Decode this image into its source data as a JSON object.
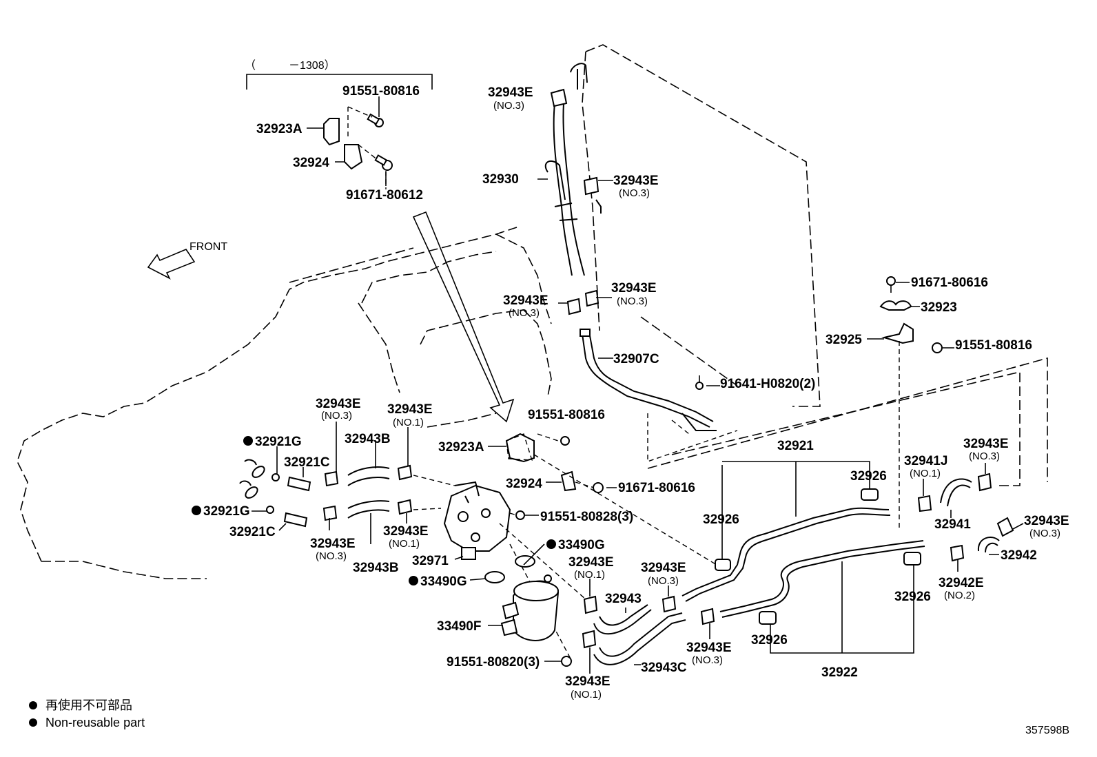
{
  "header": {
    "range_label": "（　　　－1308）"
  },
  "front_label": "FRONT",
  "diagram_code": "357598B",
  "legend": {
    "marker_meaning_jp": "再使用不可部品",
    "marker_meaning_en": "Non-reusable part"
  },
  "labels": {
    "p91551_80816_top": "91551-80816",
    "p32923A_top": "32923A",
    "p32924_top": "32924",
    "p91671_80612": "91671-80612",
    "p32943E_top": "32943E",
    "no3_top": "(NO.3)",
    "p32930": "32930",
    "p32943E_mid": "32943E",
    "no3_mid": "(NO.3)",
    "p32943E_l": "32943E",
    "no3_l": "(NO.3)",
    "p32943E_r": "32943E",
    "no3_r": "(NO.3)",
    "p32907C": "32907C",
    "p91641": "91641-H0820(2)",
    "p91671_80616_r": "91671-80616",
    "p32923_r": "32923",
    "p32925": "32925",
    "p91551_80816_r": "91551-80816",
    "p32943E_a": "32943E",
    "no3_a": "(NO.3)",
    "p32943E_b": "32943E",
    "no1_b": "(NO.1)",
    "p32921G_a": "32921G",
    "p32921C_a": "32921C",
    "p32943B_a": "32943B",
    "p32921G_b": "32921G",
    "p32921C_b": "32921C",
    "p32943E_c": "32943E",
    "no3_c": "(NO.3)",
    "p32943B_b": "32943B",
    "p32943E_d": "32943E",
    "no1_d": "(NO.1)",
    "p32971": "32971",
    "p91551_80816_c": "91551-80816",
    "p32923A_c": "32923A",
    "p32924_c": "32924",
    "p91671_80616_c": "91671-80616",
    "p91551_80828": "91551-80828(3)",
    "p33490G_a": "33490G",
    "p33490G_b": "33490G",
    "p33490F": "33490F",
    "p91551_80820": "91551-80820(3)",
    "p32943E_e": "32943E",
    "no1_e": "(NO.1)",
    "p32943": "32943",
    "p32943E_f": "32943E",
    "no3_f": "(NO.3)",
    "p32943E_g": "32943E",
    "no1_g": "(NO.1)",
    "p32943C": "32943C",
    "p32943E_h": "32943E",
    "no3_h": "(NO.3)",
    "p32921": "32921",
    "p32926_a": "32926",
    "p32926_b": "32926",
    "p32926_c": "32926",
    "p32926_d": "32926",
    "p32922": "32922",
    "p32941J": "32941J",
    "no1_j": "(NO.1)",
    "p32941": "32941",
    "p32943E_i": "32943E",
    "no3_i": "(NO.3)",
    "p32943E_k": "32943E",
    "no3_k": "(NO.3)",
    "p32942": "32942",
    "p32942E": "32942E",
    "no2_e": "(NO.2)"
  }
}
